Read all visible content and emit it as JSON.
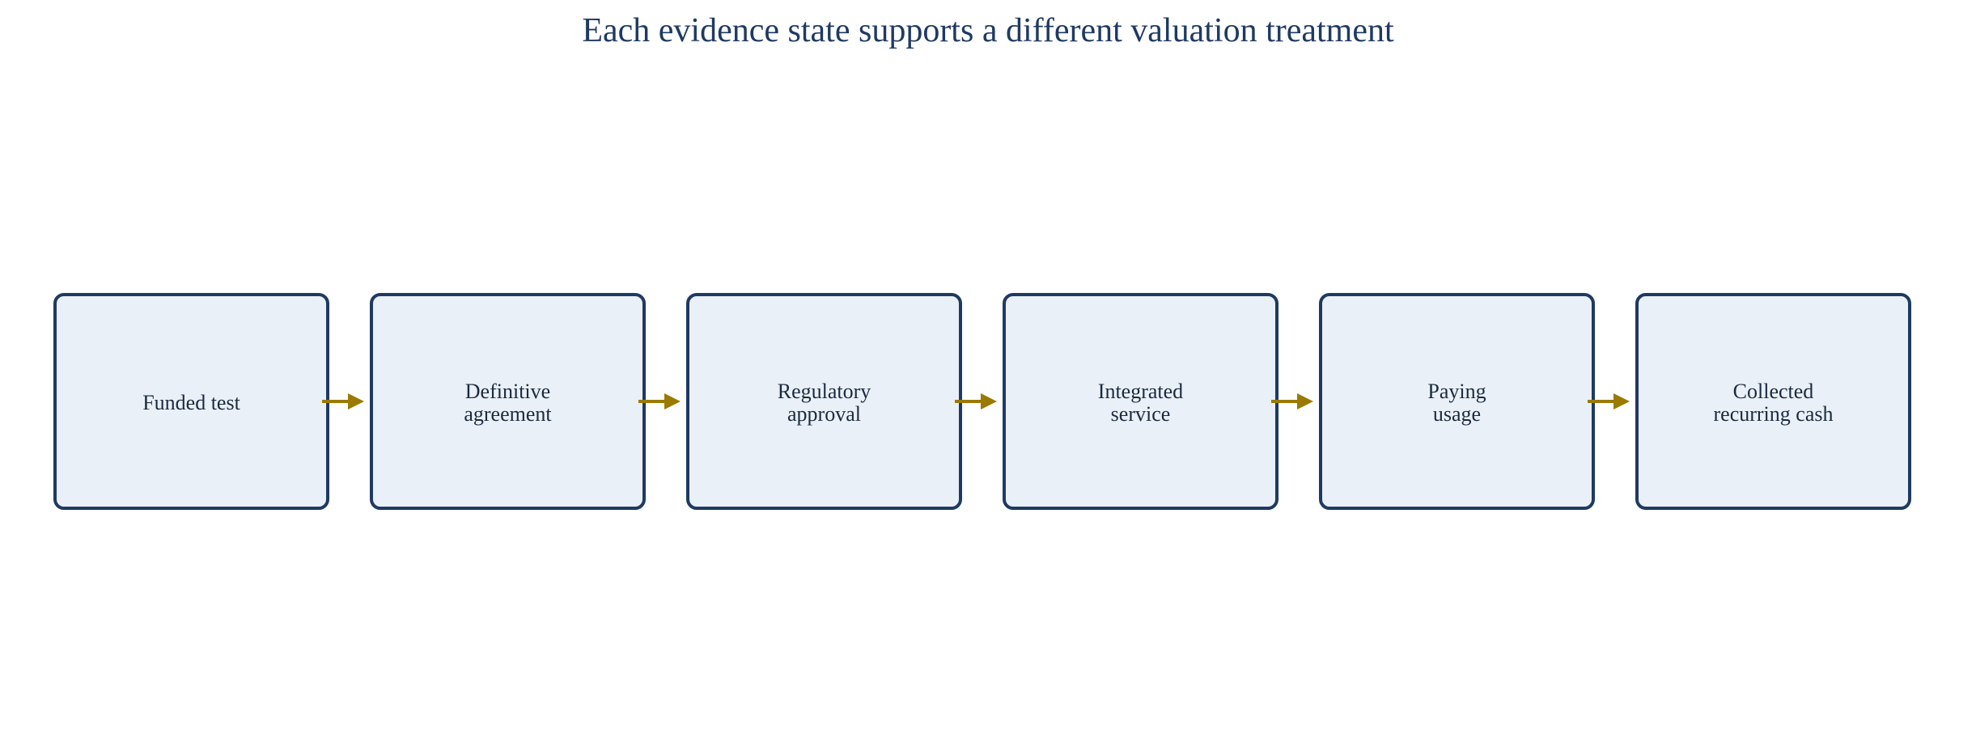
{
  "diagram": {
    "title": "Each evidence state supports a different valuation treatment",
    "colors": {
      "title": "#1f3a62",
      "box_border": "#1f3a62",
      "box_fill": "#eaf0f7",
      "label_text": "#1a2a40",
      "arrow": "#9a7a00"
    },
    "steps": [
      {
        "label": "Funded test"
      },
      {
        "label": "Definitive\nagreement"
      },
      {
        "label": "Regulatory\napproval"
      },
      {
        "label": "Integrated\nservice"
      },
      {
        "label": "Paying\nusage"
      },
      {
        "label": "Collected\nrecurring cash"
      }
    ],
    "connector_icon": "right-arrow-icon"
  }
}
